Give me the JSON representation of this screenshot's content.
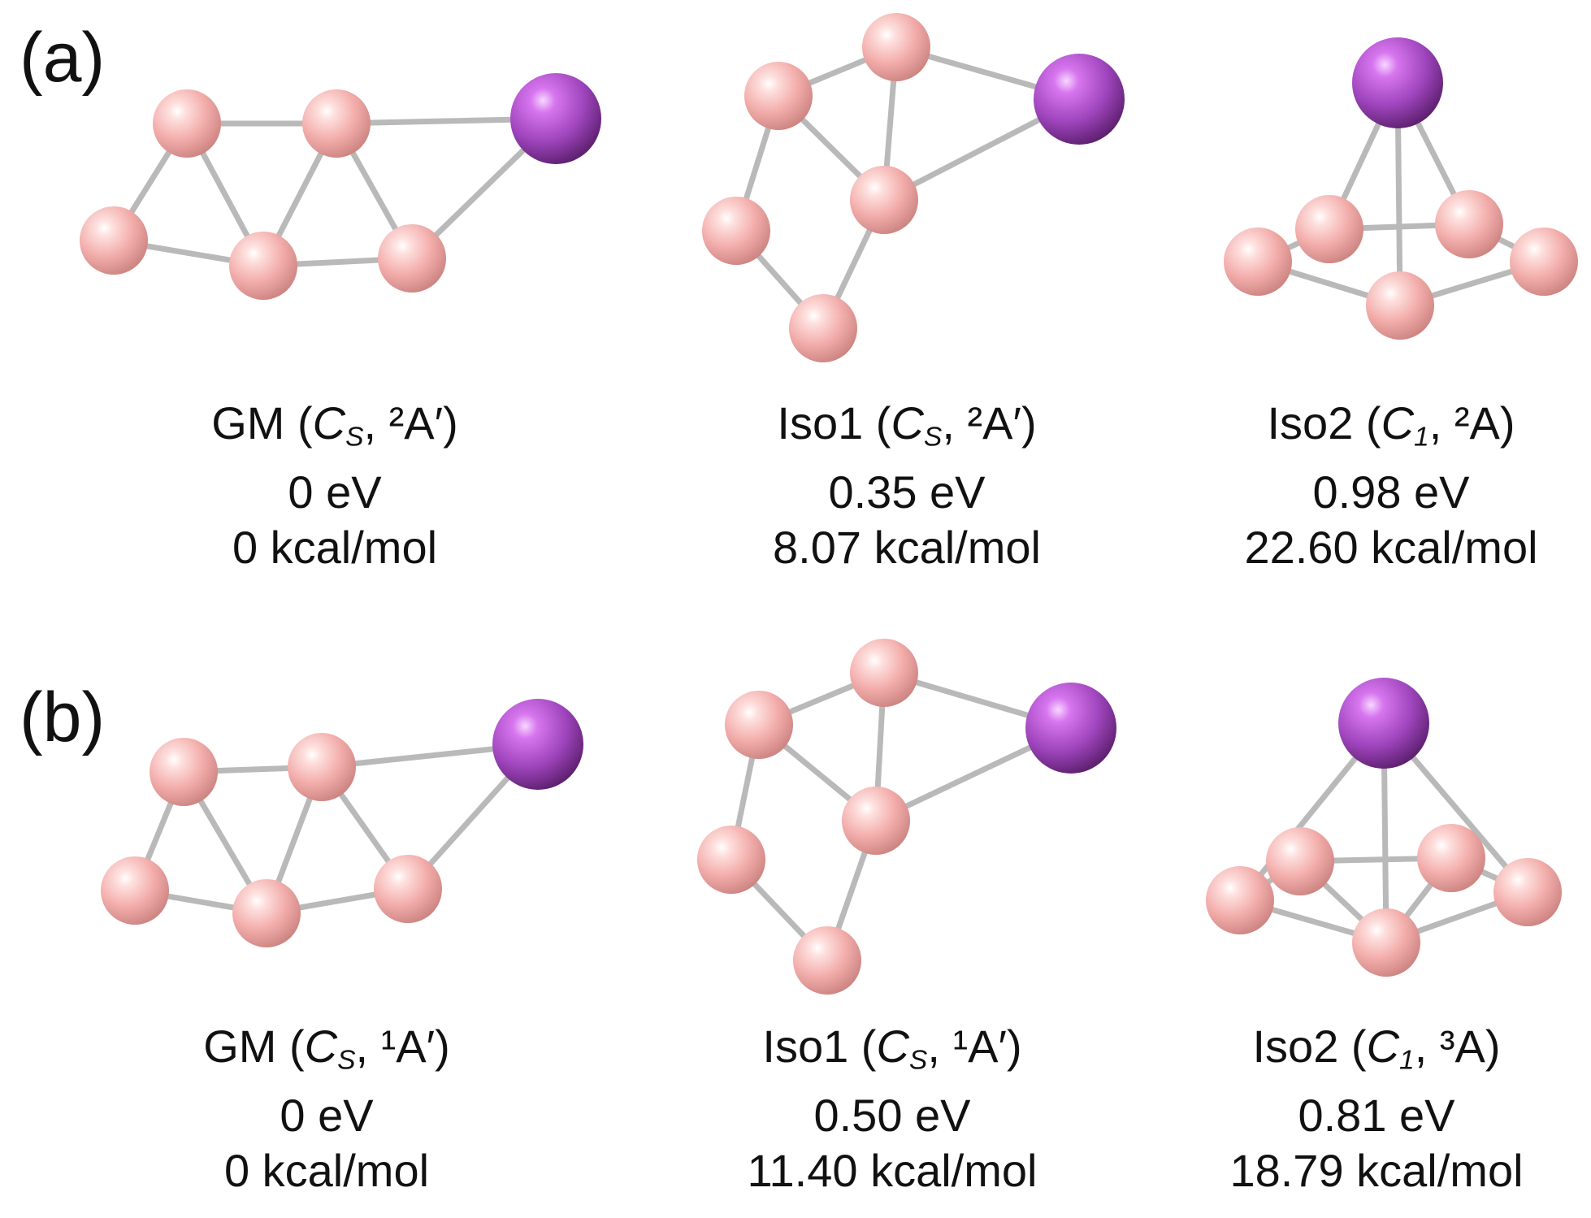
{
  "colors": {
    "host_atom": "#f4b3b1",
    "dopant_atom": "#a64fc4",
    "bond": "#b9b9b9",
    "text": "#111111"
  },
  "panels": [
    {
      "label": "(a)",
      "structures": [
        {
          "name": "GM",
          "point_group": "C",
          "point_group_sub": "S",
          "state": "²A′",
          "energy_ev": "0 eV",
          "energy_kcal": "0 kcal/mol"
        },
        {
          "name": "Iso1",
          "point_group": "C",
          "point_group_sub": "S",
          "state": "²A′",
          "energy_ev": "0.35 eV",
          "energy_kcal": "8.07 kcal/mol"
        },
        {
          "name": "Iso2",
          "point_group": "C",
          "point_group_sub": "1",
          "state": "²A",
          "energy_ev": "0.98 eV",
          "energy_kcal": "22.60 kcal/mol"
        }
      ]
    },
    {
      "label": "(b)",
      "structures": [
        {
          "name": "GM",
          "point_group": "C",
          "point_group_sub": "S",
          "state": "¹A′",
          "energy_ev": "0 eV",
          "energy_kcal": "0 kcal/mol"
        },
        {
          "name": "Iso1",
          "point_group": "C",
          "point_group_sub": "S",
          "state": "¹A′",
          "energy_ev": "0.50 eV",
          "energy_kcal": "11.40 kcal/mol"
        },
        {
          "name": "Iso2",
          "point_group": "C",
          "point_group_sub": "1",
          "state": "³A",
          "energy_ev": "0.81 eV",
          "energy_kcal": "18.79 kcal/mol"
        }
      ]
    }
  ]
}
